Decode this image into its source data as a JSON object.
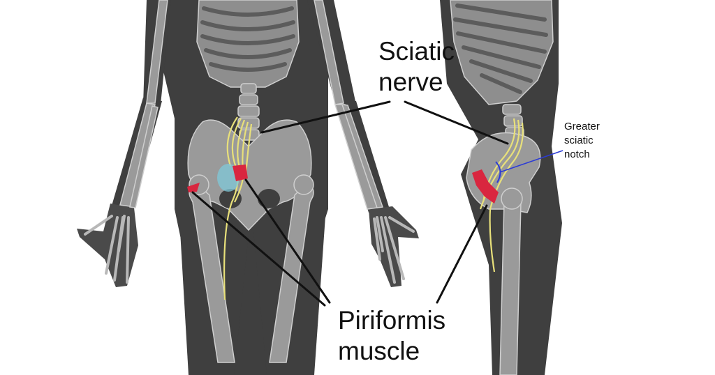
{
  "labels": {
    "sciatic_nerve": [
      "Sciatic",
      "nerve"
    ],
    "piriformis_muscle": [
      "Piriformis",
      "muscle"
    ],
    "greater_sciatic_notch": [
      "Greater",
      "sciatic",
      "notch"
    ]
  },
  "colors": {
    "background": "#ffffff",
    "body": "#3f3f3f",
    "bone": "#9a9a9a",
    "bone_outline": "#cfcfcf",
    "nerve": "#e8e07a",
    "muscle": "#d9263f",
    "inflammation": "#7fc8d8",
    "leader_line": "#111111",
    "notch_line": "#2b3bd6"
  }
}
